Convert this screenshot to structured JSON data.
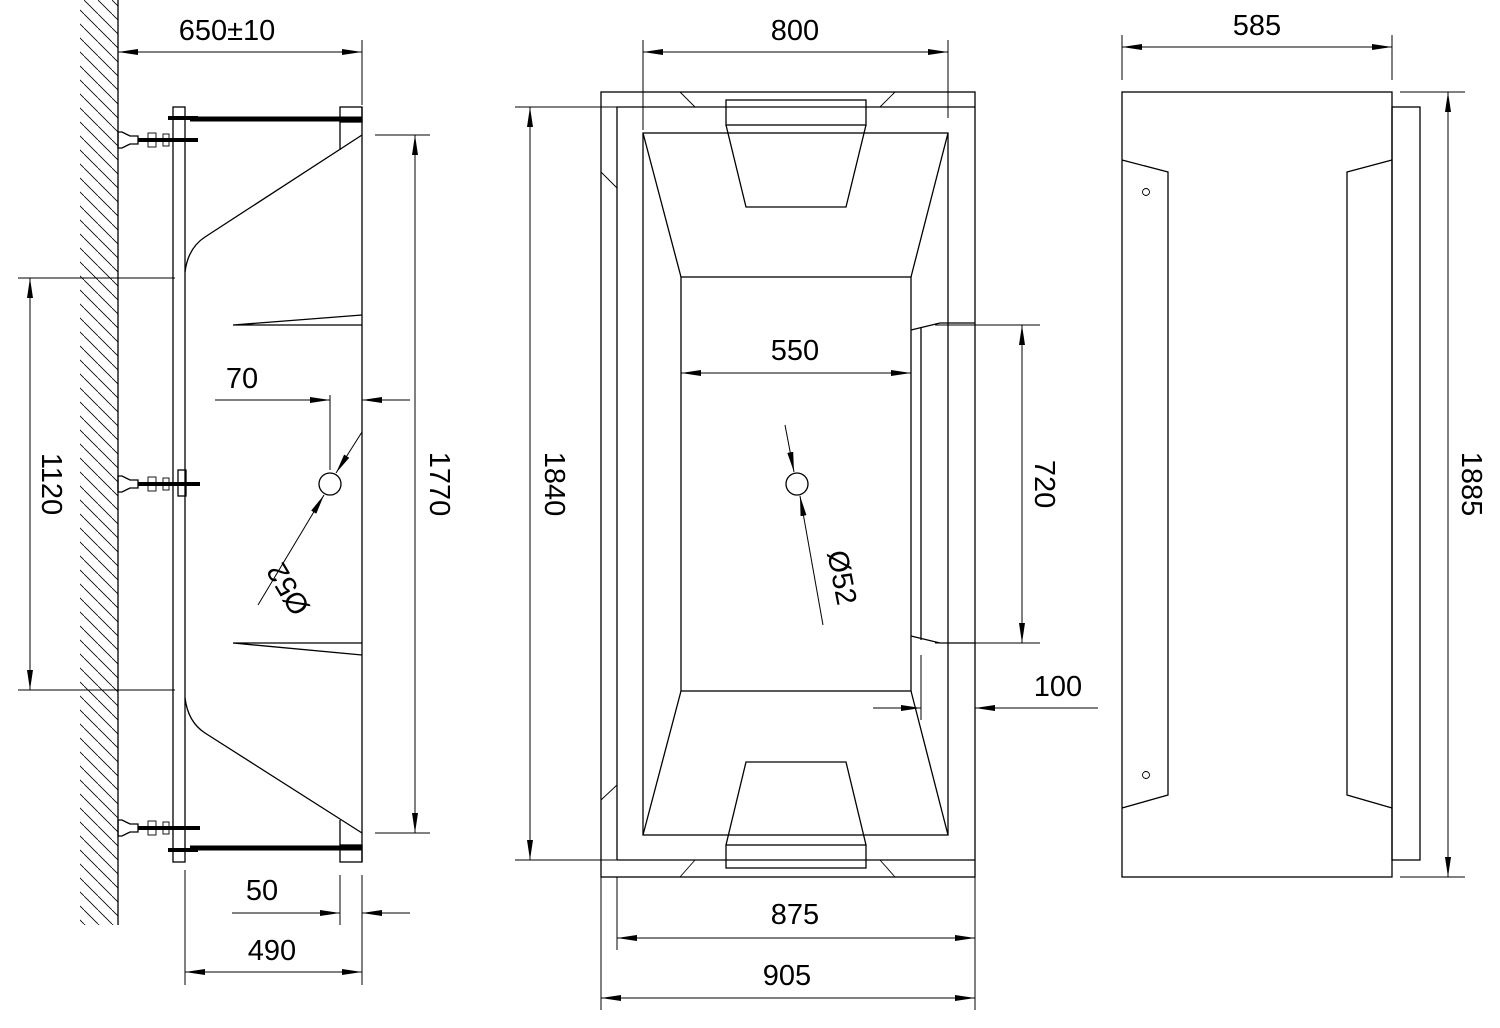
{
  "side_view": {
    "width_label": "650±10",
    "length_label": "1770",
    "support_spacing_label": "1120",
    "drain_offset_label": "70",
    "drain_diameter_label": "Ø52",
    "rim_label": "50",
    "depth_label": "490"
  },
  "top_view": {
    "inner_width_label": "800",
    "length_label": "1840",
    "floor_width_label": "550",
    "step_length_label": "720",
    "step_width_label": "100",
    "drain_diameter_label": "Ø52",
    "inner_total_label": "875",
    "outer_total_label": "905"
  },
  "end_view": {
    "width_label": "585",
    "length_label": "1885"
  }
}
